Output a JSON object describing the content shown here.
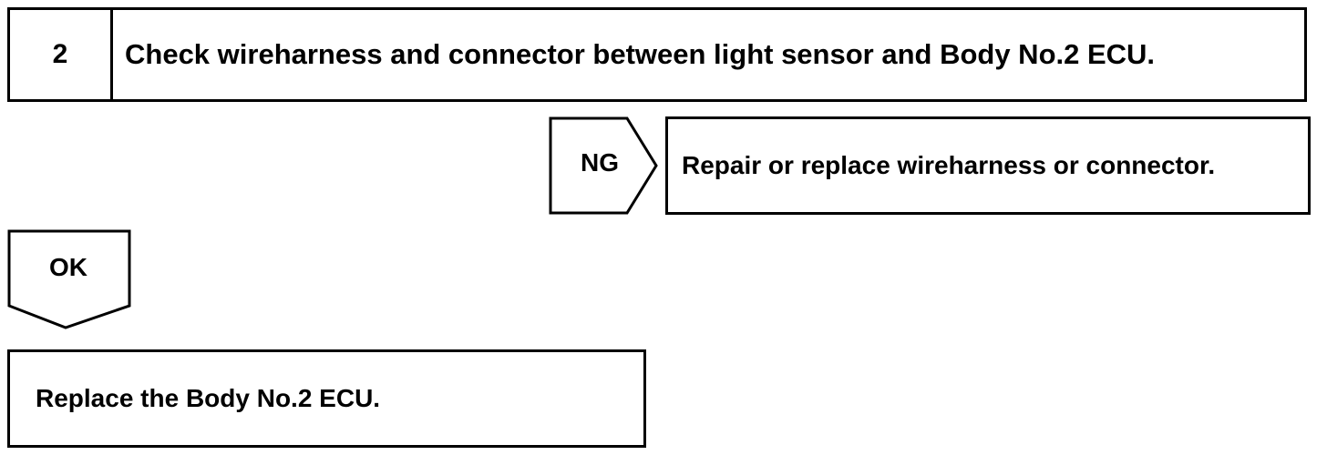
{
  "step": {
    "number": "2",
    "title": "Check wireharness and connector between light sensor and Body No.2 ECU."
  },
  "ng_branch": {
    "label": "NG",
    "action": "Repair or replace wireharness or connector."
  },
  "ok_branch": {
    "label": "OK",
    "action": "Replace the Body No.2 ECU."
  }
}
